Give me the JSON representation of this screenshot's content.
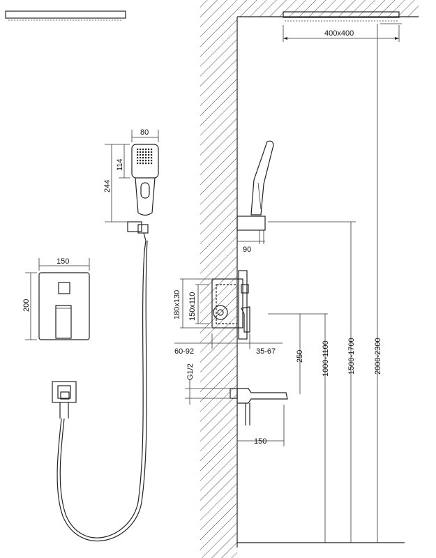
{
  "dimensions": {
    "ceiling_head_size": "400x400",
    "hand_shower_width": "80",
    "hand_shower_head": "114",
    "hand_shower_length": "244",
    "holder_offset": "90",
    "plate_width": "150",
    "plate_height": "200",
    "box_outer": "180x130",
    "box_inner": "150x110",
    "wall_depth": "60-92",
    "mixer_projection": "35-67",
    "mixer_to_spout": "250",
    "inlet_thread": "G1/2",
    "spout_length": "150",
    "mixer_height": "1000-1100",
    "holder_height": "1500-1700",
    "head_height": "2000-2300"
  },
  "colors": {
    "line": "#222222",
    "background": "#ffffff"
  }
}
